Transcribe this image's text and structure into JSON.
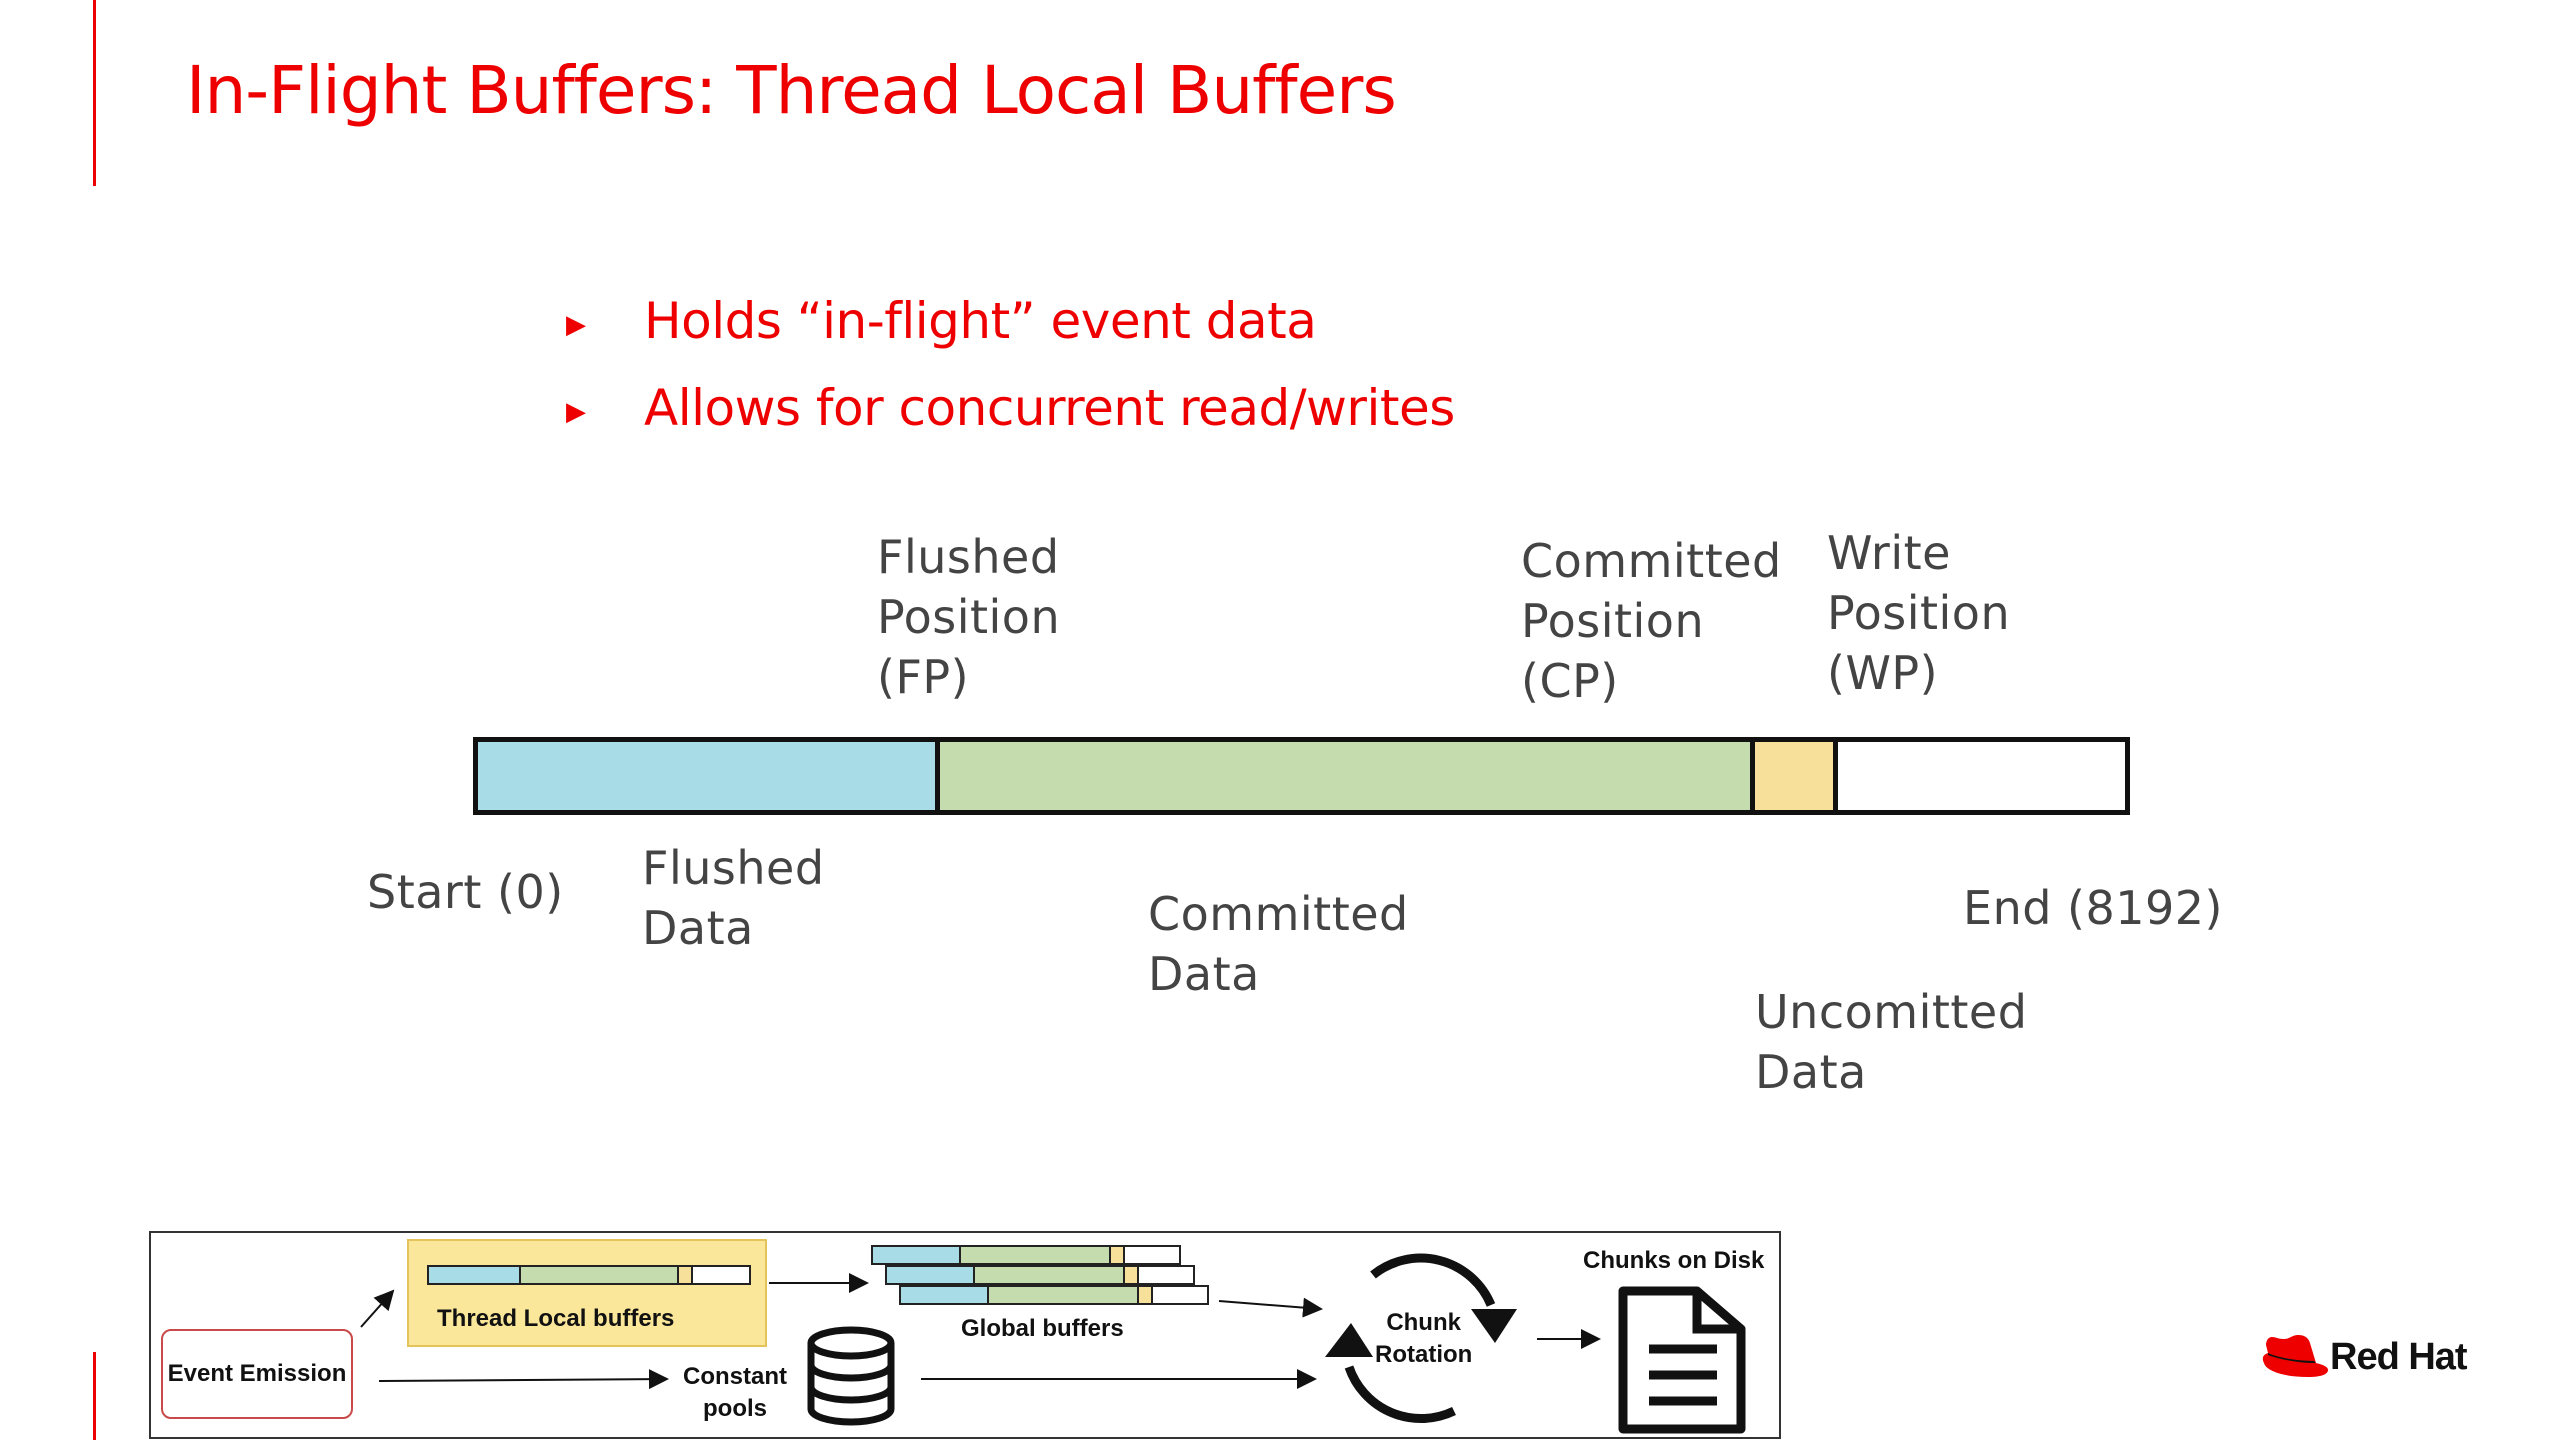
{
  "slide": {
    "title": "In-Flight Buffers: Thread Local Buffers",
    "accent_color": "#ee0000",
    "bullets": [
      "Holds “in-flight” event data",
      "Allows for concurrent read/writes"
    ],
    "bullet_icon": "triangle-right-icon"
  },
  "buffer": {
    "top_labels": {
      "fp": "Flushed\nPosition\n(FP)",
      "cp": "Committed\nPosition\n(CP)",
      "wp": "Write\nPosition\n(WP)"
    },
    "bottom_labels": {
      "start": "Start (0)",
      "flushed": "Flushed\nData",
      "committed": "Committed\nData",
      "uncommitted": "Uncomitted\nData",
      "end": "End (8192)"
    },
    "segments": [
      {
        "name": "flushed",
        "color": "#a8dde8"
      },
      {
        "name": "committed",
        "color": "#c4dcae"
      },
      {
        "name": "uncommitted",
        "color": "#f7e19a"
      },
      {
        "name": "free",
        "color": "#ffffff"
      }
    ]
  },
  "pipeline": {
    "event_emission": "Event Emission",
    "thread_local_buffers": "Thread Local buffers",
    "global_buffers": "Global buffers",
    "constant_pools": "Constant\npools",
    "chunk_rotation": "Chunk\nRotation",
    "chunks_on_disk": "Chunks on Disk",
    "icons": [
      "database-icon",
      "rotation-arrows-icon",
      "document-icon"
    ]
  },
  "brand": {
    "name": "Red Hat",
    "logo_icon": "redhat-fedora-icon"
  }
}
